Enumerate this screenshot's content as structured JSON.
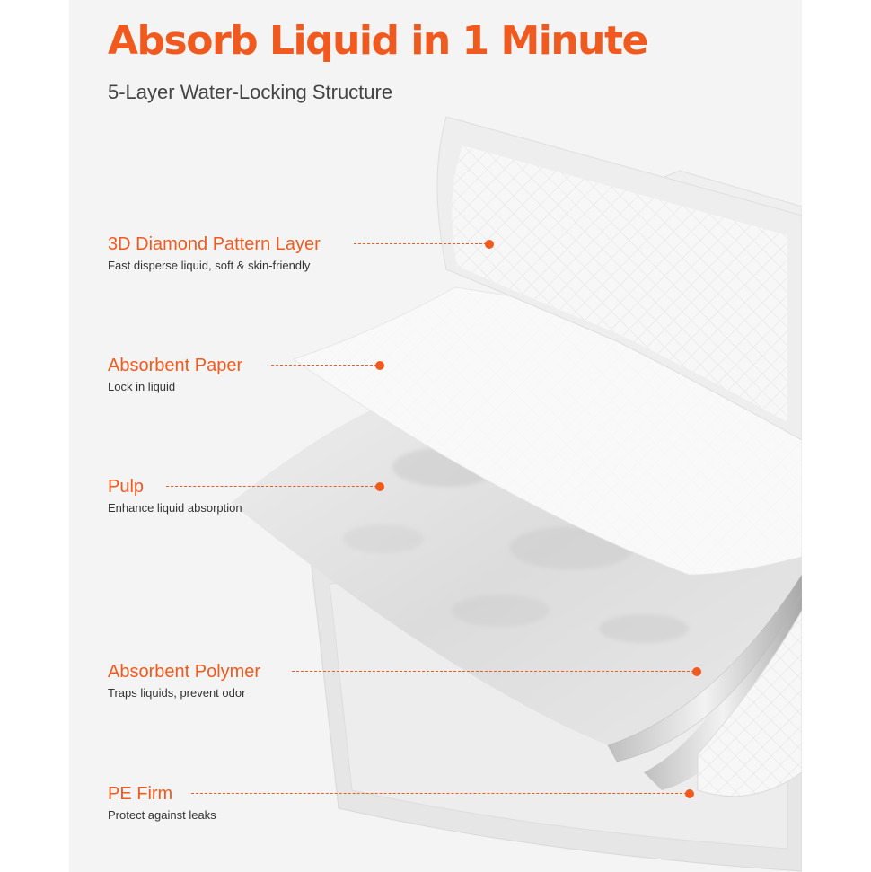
{
  "header": {
    "title": "Absorb Liquid in 1 Minute",
    "subtitle": "5-Layer Water-Locking Structure"
  },
  "colors": {
    "accent": "#f05a1e",
    "background": "#f4f4f4",
    "text": "#444444"
  },
  "layers": [
    {
      "name": "3D Diamond Pattern Layer",
      "description": "Fast disperse liquid, soft & skin-friendly"
    },
    {
      "name": "Absorbent Paper",
      "description": "Lock in liquid"
    },
    {
      "name": "Pulp",
      "description": "Enhance liquid absorption"
    },
    {
      "name": "Absorbent Polymer",
      "description": "Traps liquids,  prevent odor"
    },
    {
      "name": "PE Firm",
      "description": "Protect against leaks"
    }
  ]
}
